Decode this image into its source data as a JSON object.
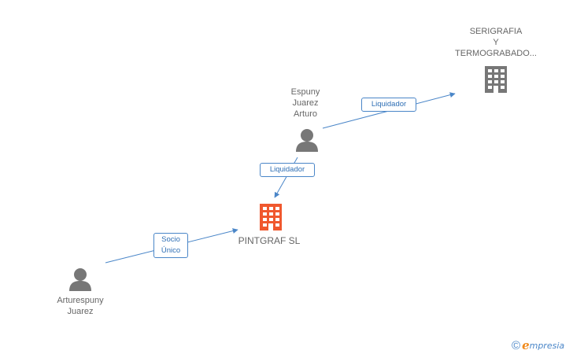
{
  "nodes": {
    "serigrafia": {
      "label_lines": [
        "SERIGRAFIA",
        "Y",
        "TERMOGRABADO..."
      ],
      "icon": "building-icon",
      "color": "#777777"
    },
    "espuny": {
      "label_lines": [
        "Espuny",
        "Juarez",
        "Arturo"
      ],
      "icon": "person-icon",
      "color": "#777777"
    },
    "pintgraf": {
      "label_lines": [
        "PINTGRAF SL"
      ],
      "icon": "building-icon",
      "color": "#f0582e"
    },
    "arturespuny": {
      "label_lines": [
        "Arturespuny",
        "Juarez"
      ],
      "icon": "person-icon",
      "color": "#777777"
    }
  },
  "edges": [
    {
      "from": "espuny",
      "to": "serigrafia",
      "label_lines": [
        "Liquidador"
      ]
    },
    {
      "from": "espuny",
      "to": "pintgraf",
      "label_lines": [
        "Liquidador"
      ]
    },
    {
      "from": "arturespuny",
      "to": "pintgraf",
      "label_lines": [
        "Socio",
        "Único"
      ]
    }
  ],
  "colors": {
    "edge": "#4a86c8",
    "label_text": "#666666"
  },
  "footer": {
    "copyright_symbol": "©",
    "brand_initial": "e",
    "brand_rest": "mpresia"
  }
}
